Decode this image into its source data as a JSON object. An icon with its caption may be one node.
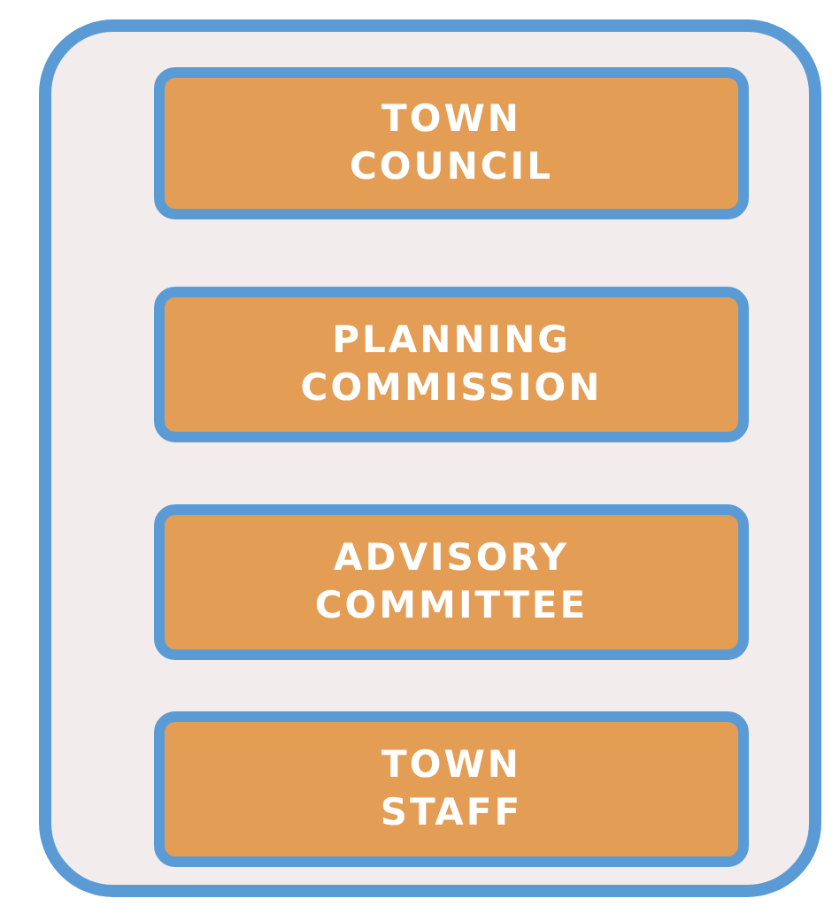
{
  "diagram": {
    "nodes": [
      {
        "text": [],
        "shape": "box"
      },
      {
        "text": [
          "TOWN COUNCIL"
        ],
        "in": 0
      },
      {
        "text": [
          "PLANNING COMMISSION"
        ],
        "in": 0
      },
      {
        "text": [
          "ADVISORY COMMITTEE"
        ],
        "in": 0
      },
      {
        "text": [
          "TOWN STAFF"
        ],
        "in": 0
      }
    ]
  }
}
